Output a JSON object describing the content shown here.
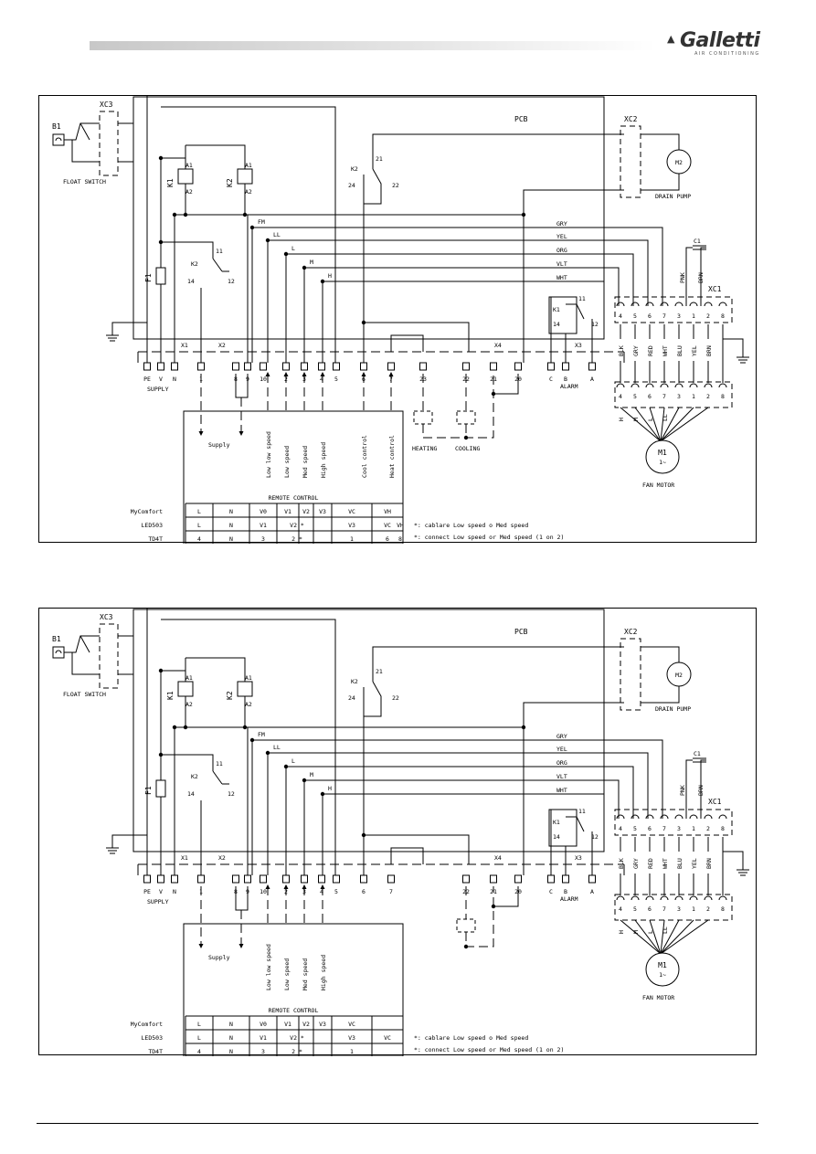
{
  "brand": {
    "name": "Galletti",
    "tagline": "AIR CONDITIONING"
  },
  "diagrams": [
    {
      "pcb": "PCB",
      "float_switch": {
        "id": "B1",
        "connector": "XC3",
        "label": "FLOAT SWITCH"
      },
      "drain_pump": {
        "id": "M2",
        "connector": "XC2",
        "label": "DRAIN PUMP"
      },
      "relays": {
        "k1": "K1",
        "k2": "K2",
        "a1": "A1",
        "a2": "A2",
        "k2_contact": [
          "K2",
          "24",
          "21",
          "22"
        ]
      },
      "relay_tl": {
        "label": "K2",
        "c11": "11",
        "c12": "12",
        "c14": "14"
      },
      "fuse": "F1",
      "speed_taps": [
        "FM",
        "LL",
        "L",
        "M",
        "H"
      ],
      "wire_colors": [
        "GRY",
        "YEL",
        "ORG",
        "VLT",
        "WHT"
      ],
      "capacitor": "C1",
      "cap_leads": [
        "PNK",
        "BRN"
      ],
      "xc1": {
        "label": "XC1",
        "top_pins": [
          "4",
          "5",
          "6",
          "7",
          "3",
          "1",
          "2",
          "8"
        ],
        "colors": [
          "BLK",
          "GRY",
          "RED",
          "WHT",
          "BLU",
          "YEL",
          "BRN"
        ],
        "bottom_pins": [
          "4",
          "5",
          "6",
          "7",
          "3",
          "1",
          "2",
          "8"
        ],
        "motor_taps": [
          "H",
          "M",
          "L",
          "LL"
        ]
      },
      "alarm_relay": {
        "k": "K1",
        "c14": "14",
        "c11": "11",
        "c12": "12"
      },
      "motor": {
        "id": "M1",
        "phase": "1~",
        "label": "FAN MOTOR"
      },
      "terminal_groups": [
        "X1",
        "X2",
        "X4",
        "X3"
      ],
      "terminals": [
        "PE",
        "V",
        "N",
        "1",
        "8",
        "9",
        "10",
        "2",
        "3",
        "4",
        "5",
        "6",
        "7",
        "23",
        "22",
        "21",
        "20",
        "C",
        "B",
        "A"
      ],
      "group_labels": {
        "supply": "SUPPLY",
        "alarm": "ALARM"
      },
      "valves": [
        "HEATING",
        "COOLING"
      ],
      "remote": {
        "title": "REMOTE CONTROL",
        "supply": "Supply",
        "functions": [
          "Low low speed",
          "Low speed",
          "Med speed",
          "High speed",
          "Cool control",
          "Heat control"
        ],
        "rows": [
          {
            "name": "MyComfort",
            "cells": [
              "L",
              "N",
              "V0",
              "V1",
              "V2",
              "V3",
              "VC",
              "VH"
            ]
          },
          {
            "name": "LED503",
            "cells": [
              "L",
              "N",
              "V1",
              "V2 *",
              "V3",
              "VC",
              "VH"
            ]
          },
          {
            "name": "TD4T",
            "cells": [
              "4",
              "N",
              "3",
              "2 *",
              "1",
              "6",
              "8"
            ]
          }
        ]
      },
      "notes": [
        "*: cablare Low speed o Med speed",
        "*: connect Low speed or Med speed (1 on 2)"
      ]
    },
    {
      "pcb": "PCB",
      "float_switch": {
        "id": "B1",
        "connector": "XC3",
        "label": "FLOAT SWITCH"
      },
      "drain_pump": {
        "id": "M2",
        "connector": "XC2",
        "label": "DRAIN PUMP"
      },
      "relays": {
        "k1": "K1",
        "k2": "K2",
        "a1": "A1",
        "a2": "A2",
        "k2_contact": [
          "K2",
          "24",
          "21",
          "22"
        ]
      },
      "relay_tl": {
        "label": "K2",
        "c11": "11",
        "c12": "12",
        "c14": "14"
      },
      "fuse": "F1",
      "speed_taps": [
        "FM",
        "LL",
        "L",
        "M",
        "H"
      ],
      "wire_colors": [
        "GRY",
        "YEL",
        "ORG",
        "VLT",
        "WHT"
      ],
      "capacitor": "C1",
      "cap_leads": [
        "PNK",
        "BRN"
      ],
      "xc1": {
        "label": "XC1",
        "top_pins": [
          "4",
          "5",
          "6",
          "7",
          "3",
          "1",
          "2",
          "8"
        ],
        "colors": [
          "BLK",
          "GRY",
          "RED",
          "WHT",
          "BLU",
          "YEL",
          "BRN"
        ],
        "bottom_pins": [
          "4",
          "5",
          "6",
          "7",
          "3",
          "1",
          "2",
          "8"
        ],
        "motor_taps": [
          "H",
          "M",
          "L",
          "LL"
        ]
      },
      "alarm_relay": {
        "k": "K1",
        "c14": "14",
        "c11": "11",
        "c12": "12"
      },
      "motor": {
        "id": "M1",
        "phase": "1~",
        "label": "FAN MOTOR"
      },
      "terminal_groups": [
        "X1",
        "X2",
        "X4",
        "X3"
      ],
      "terminals": [
        "PE",
        "V",
        "N",
        "1",
        "8",
        "9",
        "10",
        "2",
        "3",
        "4",
        "5",
        "6",
        "7",
        "22",
        "21",
        "20",
        "C",
        "B",
        "A"
      ],
      "group_labels": {
        "supply": "SUPPLY",
        "alarm": "ALARM"
      },
      "valves": [],
      "remote": {
        "title": "REMOTE CONTROL",
        "supply": "Supply",
        "functions": [
          "Low low speed",
          "Low speed",
          "Med speed",
          "High speed"
        ],
        "rows": [
          {
            "name": "MyComfort",
            "cells": [
              "L",
              "N",
              "V0",
              "V1",
              "V2",
              "V3",
              "VC"
            ]
          },
          {
            "name": "LED503",
            "cells": [
              "L",
              "N",
              "V1",
              "V2 *",
              "V3",
              "VC"
            ]
          },
          {
            "name": "TD4T",
            "cells": [
              "4",
              "N",
              "3",
              "2 *",
              "1"
            ]
          }
        ]
      },
      "notes": [
        "*: cablare Low speed o Med speed",
        "*: connect Low speed or Med speed (1 on 2)"
      ]
    }
  ]
}
